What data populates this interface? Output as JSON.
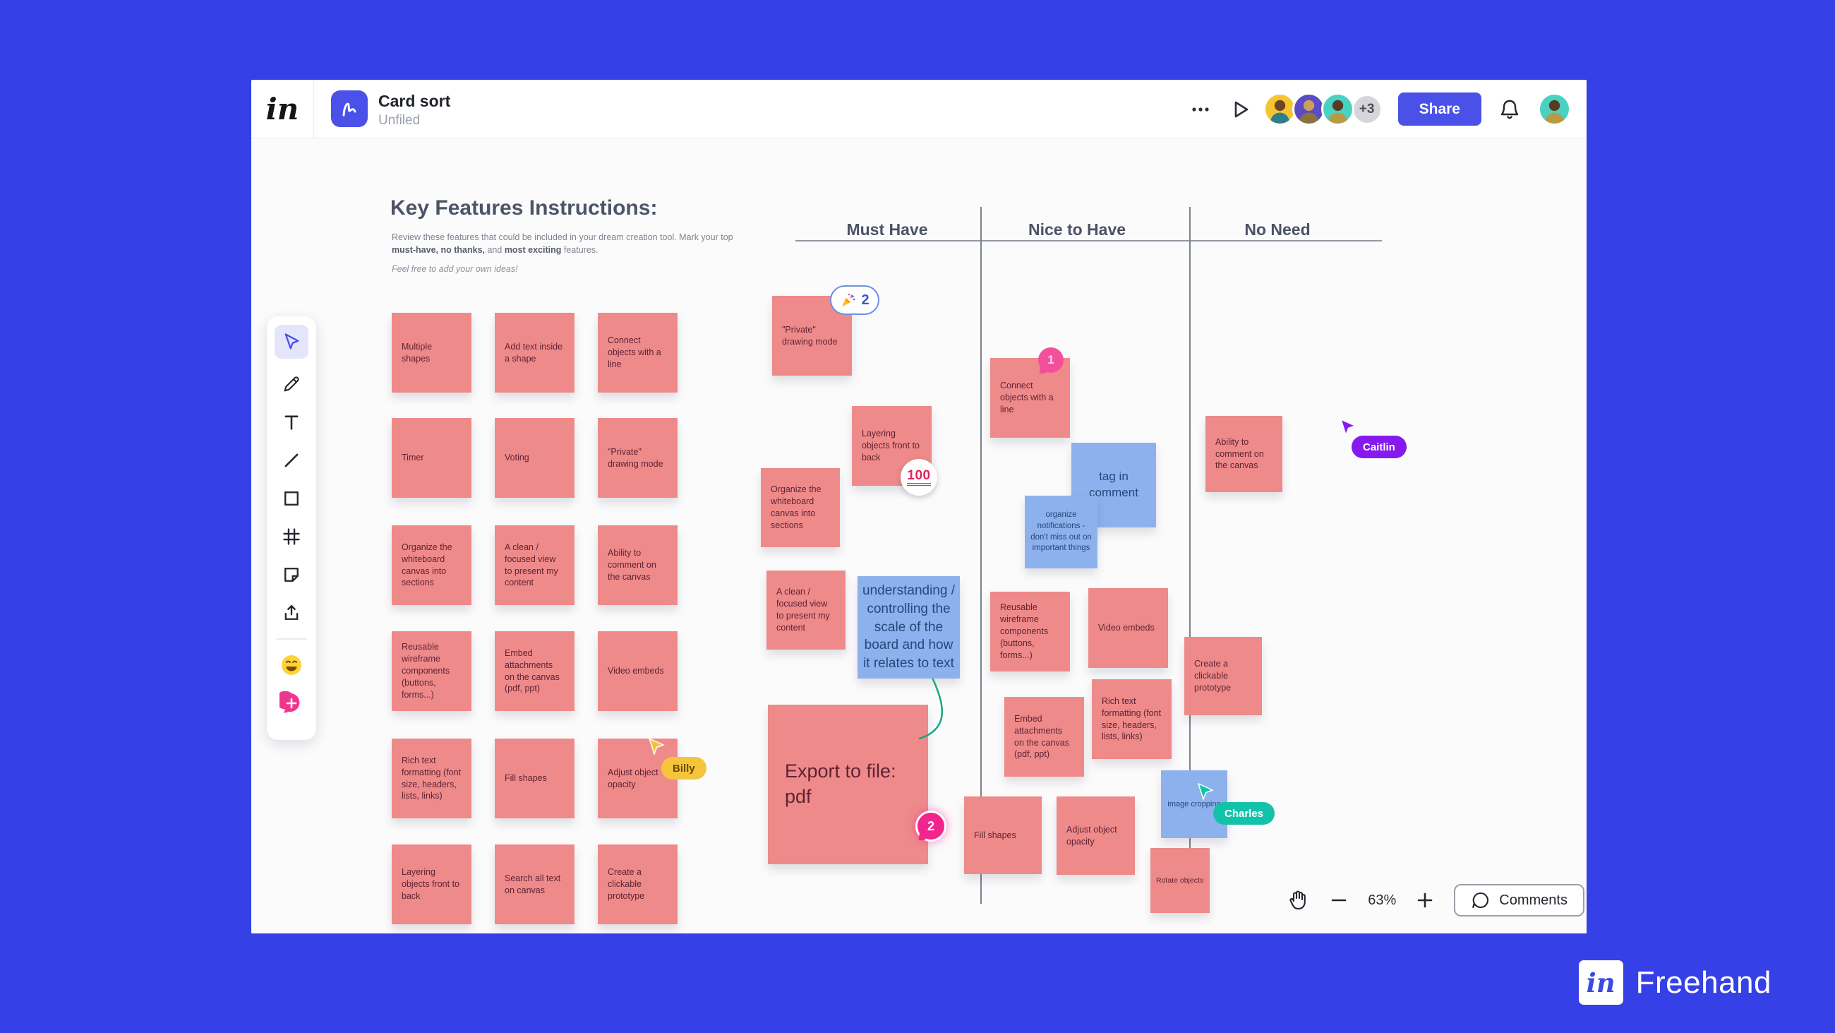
{
  "window": {
    "brand_mark": "in",
    "title": "Card sort",
    "subtitle": "Unfiled",
    "participants_overflow": "+3",
    "share_label": "Share"
  },
  "instructions": {
    "title": "Key Features Instructions:",
    "line1": "Review these features that could be included in your dream creation tool. Mark your top ",
    "bold1": "must-have,",
    "mid1": " ",
    "bold2": "no thanks,",
    "mid2": " and ",
    "bold3": "most exciting",
    "tail": " features.",
    "note": "Feel free to add your own ideas!"
  },
  "columns": {
    "headers": [
      "Must Have",
      "Nice to Have",
      "No Need"
    ]
  },
  "grid": {
    "notes": [
      "Multiple shapes",
      "Add text inside a shape",
      "Connect objects with a line",
      "Timer",
      "Voting",
      "\"Private\" drawing mode",
      "Organize the whiteboard canvas into sections",
      "A clean / focused view to present my content",
      "Ability to comment on the canvas",
      "Reusable wireframe components (buttons, forms...)",
      "Embed attachments on the canvas (pdf, ppt)",
      "Video embeds",
      "Rich text formatting (font size, headers, lists, links)",
      "Fill shapes",
      "Adjust object opacity",
      "Layering objects front to back",
      "Search all text on canvas",
      "Create a clickable prototype"
    ]
  },
  "board": {
    "private_mode": "\"Private\" drawing mode",
    "layering": "Layering objects front to back",
    "organize": "Organize the whiteboard canvas into sections",
    "clean_view": "A clean / focused view to present my content",
    "understanding": "understanding / controlling the scale of the board and how it relates to text",
    "export_pdf": "Export to file: pdf",
    "connect": "Connect objects with a line",
    "tag_comment": "tag in comment",
    "notifications": "organize notifications - don't miss out on important things",
    "reusable": "Reusable wireframe components (buttons, forms...)",
    "video": "Video embeds",
    "embed": "Embed attachments on the canvas (pdf, ppt)",
    "rich_text": "Rich text formatting (font size, headers, lists, links)",
    "fill": "Fill shapes",
    "adjust": "Adjust object opacity",
    "image_cropping": "image cropping",
    "rotate": "Rotate objects",
    "ability": "Ability to comment on the canvas",
    "prototype": "Create a clickable prototype"
  },
  "badges": {
    "reaction_count": "2",
    "hundred": "100",
    "connect_comment_count": "1",
    "export_comment_count": "2"
  },
  "cursors": {
    "billy": "Billy",
    "caitlin": "Caitlin",
    "charles": "Charles"
  },
  "controls": {
    "zoom_level": "63%",
    "comments_label": "Comments"
  },
  "footer": {
    "brand_mark": "in",
    "brand_name": "Freehand"
  },
  "colors": {
    "background_blue": "#3540e6",
    "accent_blue": "#4a51e8",
    "sticky_pink": "#ee8a8a",
    "sticky_blue": "#8db1ec",
    "tag_yellow": "#f6c43c",
    "tag_teal": "#12c3a9",
    "tag_purple": "#8519ee",
    "badge_pink": "#f2258c",
    "connector_green": "#18a87c"
  }
}
